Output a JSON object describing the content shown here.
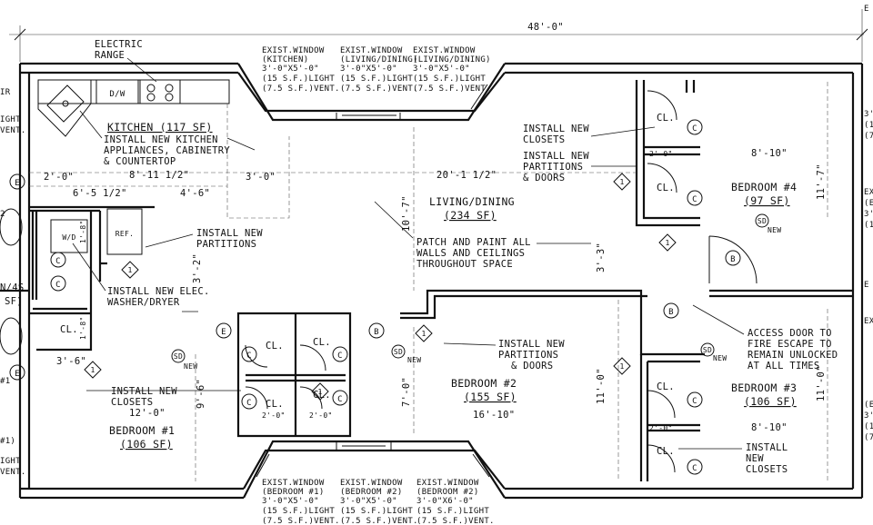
{
  "overall_dimension": "48'-0\"",
  "rooms": {
    "kitchen": {
      "name": "KITCHEN (117 SF)"
    },
    "living": {
      "name": "LIVING/DINING",
      "area": "(234 SF)"
    },
    "bedroom1": {
      "name": "BEDROOM #1",
      "area": "(106 SF)"
    },
    "bedroom2": {
      "name": "BEDROOM #2",
      "area": "(155 SF)"
    },
    "bedroom3": {
      "name": "BEDROOM #3",
      "area": "(106 SF)"
    },
    "bedroom4": {
      "name": "BEDROOM #4",
      "area": "(97 SF)"
    },
    "closet": "CL.",
    "bath_partial": [
      "N/4S",
      "SF)"
    ]
  },
  "windows": {
    "top": [
      {
        "lines": [
          "EXIST.WINDOW",
          "(KITCHEN)",
          "3'-0\"X5'-0\"",
          "(15 S.F.)LIGHT",
          "(7.5 S.F.)VENT."
        ]
      },
      {
        "lines": [
          "EXIST.WINDOW",
          "(LIVING/DINING)",
          "3'-0\"X5'-0\"",
          "(15 S.F.)LIGHT",
          "(7.5 S.F.)VENT."
        ]
      },
      {
        "lines": [
          "EXIST.WINDOW",
          "(LIVING/DINING)",
          "3'-0\"X5'-0\"",
          "(15 S.F.)LIGHT",
          "(7.5 S.F.)VENT."
        ]
      }
    ],
    "bottom": [
      {
        "lines": [
          "EXIST.WINDOW",
          "(BEDROOM #1)",
          "3'-0\"X5'-0\"",
          "(15 S.F.)LIGHT",
          "(7.5 S.F.)VENT."
        ]
      },
      {
        "lines": [
          "EXIST.WINDOW",
          "(BEDROOM #2)",
          "3'-0\"X5'-0\"",
          "(15 S.F.)LIGHT",
          "(7.5 S.F.)VENT."
        ]
      },
      {
        "lines": [
          "EXIST.WINDOW",
          "(BEDROOM #2)",
          "3'-0\"X6'-0\"",
          "(15 S.F.)LIGHT",
          "(7.5 S.F.)VENT."
        ]
      }
    ]
  },
  "notes": {
    "electric_range": [
      "ELECTRIC",
      "RANGE"
    ],
    "kitchen_install": [
      "INSTALL NEW KITCHEN",
      "APPLIANCES, CABINETRY",
      "& COUNTERTOP"
    ],
    "install_partitions": [
      "INSTALL NEW",
      "PARTITIONS"
    ],
    "washer_dryer": [
      "INSTALL NEW ELEC.",
      "WASHER/DRYER"
    ],
    "closets_left": [
      "INSTALL NEW",
      "CLOSETS"
    ],
    "patch_paint": [
      "PATCH AND PAINT ALL",
      "WALLS AND CEILINGS",
      "THROUGHOUT SPACE"
    ],
    "partitions_doors_center": [
      "INSTALL NEW",
      "PARTITIONS",
      "& DOORS"
    ],
    "closets_top": [
      "INSTALL NEW",
      "CLOSETS"
    ],
    "partitions_doors_top": [
      "INSTALL NEW",
      "PARTITIONS",
      "& DOORS"
    ],
    "access_door": [
      "ACCESS DOOR TO",
      "FIRE ESCAPE TO",
      "REMAIN UNLOCKED",
      "AT ALL TIMES"
    ],
    "closets_right": [
      "INSTALL",
      "NEW",
      "CLOSETS"
    ]
  },
  "appliances": {
    "dw": "D/W",
    "ref": "REF.",
    "wd": "W/D"
  },
  "dimensions": {
    "d_2_0": "2'-0\"",
    "d_8_11": "8'-11 1/2\"",
    "d_3_0": "3'-0\"",
    "d_20_1": "20'-1 1/2\"",
    "d_6_5": "6'-5 1/2\"",
    "d_4_6": "4'-6\"",
    "d_10_7": "10'-7\"",
    "d_3_3": "3'-3\"",
    "d_3_2": "3'-2\"",
    "d_8_10a": "8'-10\"",
    "d_11_7": "11'-7\"",
    "d_12_0": "12'-0\"",
    "d_16_10": "16'-10\"",
    "d_7_0": "7'-0\"",
    "d_11_0a": "11'-0\"",
    "d_11_0b": "11'-0\"",
    "d_8_10b": "8'-10\"",
    "d_9_6": "9'-6\"",
    "d_3_6": "3'-6\"",
    "d_1_8a": "1'-8\"",
    "d_1_8b": "1'-8\"",
    "d_2_0b": "2'-0\"",
    "d_2_0c": "2'-0\"",
    "d_2_0d": "2'-0\"",
    "d_2_0e": "2'-0\""
  },
  "tags": {
    "c": "C",
    "e": "E",
    "b": "B",
    "one": "1",
    "sd": "SD",
    "new": "NEW"
  },
  "edge_fragments": {
    "left": [
      "IR",
      "IGHT",
      "VENT.",
      "2",
      "#1",
      "#1)",
      "IGHT",
      "VENT."
    ],
    "right": [
      "E",
      "3'",
      "(1",
      "(7",
      "EX",
      "(E",
      "3'",
      "(1",
      "E",
      "EX",
      "(E",
      "3'",
      "(1",
      "(7"
    ]
  }
}
